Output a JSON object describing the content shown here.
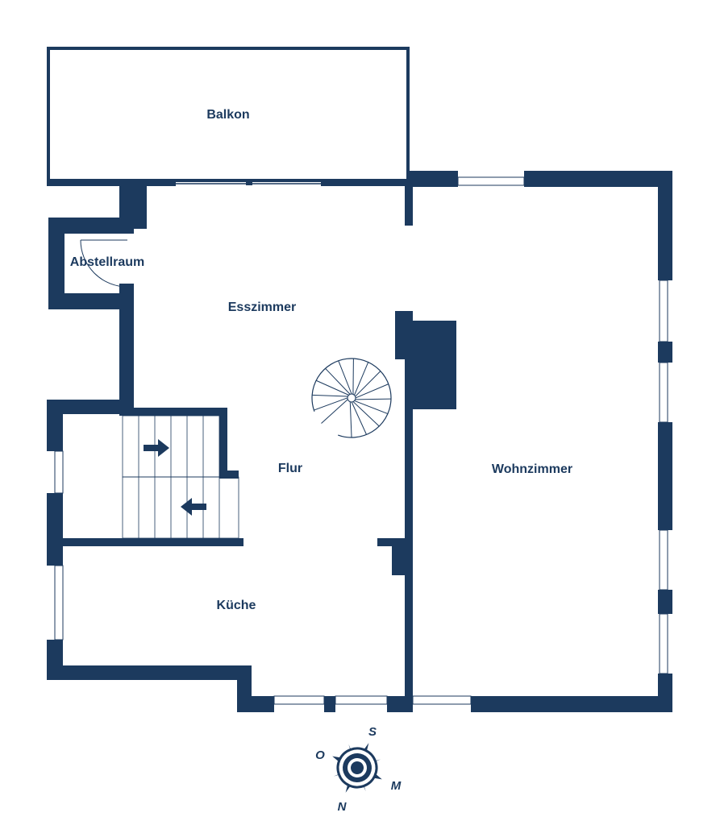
{
  "rooms": {
    "balkon": "Balkon",
    "abstellraum": "Abstellraum",
    "esszimmer": "Esszimmer",
    "flur": "Flur",
    "wohnzimmer": "Wohnzimmer",
    "kueche": "Küche"
  },
  "compass": {
    "south": "S",
    "west": "O",
    "east": "M",
    "north": "N"
  },
  "colors": {
    "wall": "#1c3a5e",
    "background": "#ffffff"
  }
}
